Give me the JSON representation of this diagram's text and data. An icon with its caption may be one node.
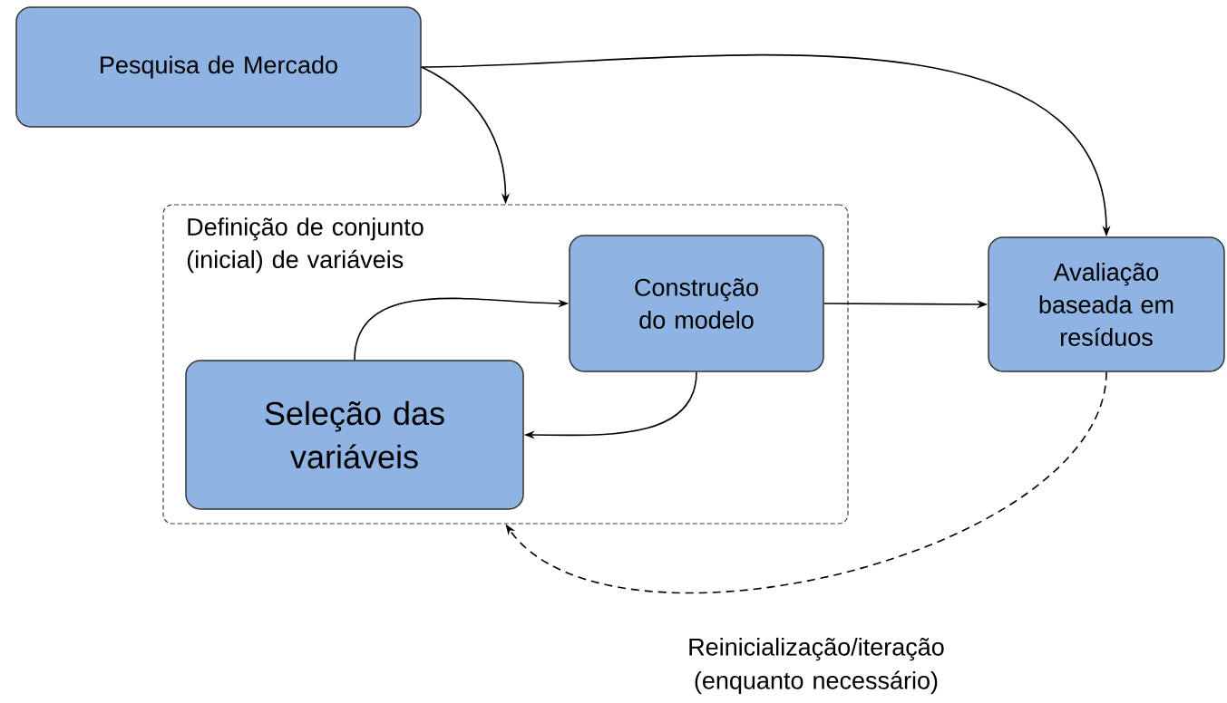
{
  "diagram": {
    "nodes": [
      {
        "text": [
          "Pesquisa de Mercado"
        ]
      },
      {
        "text": [
          "Definição de conjunto (inicial) de variáveis"
        ]
      },
      {
        "text": [
          "Construção do modelo"
        ],
        "in": 1
      },
      {
        "text": [
          "Seleção das variáveis"
        ],
        "in": 1
      },
      {
        "text": [
          "Avaliação baseada em resíduos"
        ]
      }
    ],
    "edges": [
      {
        "from": 0,
        "to": 1,
        "arrow": "to"
      },
      {
        "from": 0,
        "to": 4,
        "arrow": "to"
      },
      {
        "from": 3,
        "to": 2,
        "arrow": "to"
      },
      {
        "from": 2,
        "to": 3,
        "arrow": "to"
      },
      {
        "from": 2,
        "to": 4,
        "arrow": "to"
      },
      {
        "from": 4,
        "to": 1,
        "arrow": "to",
        "style": "dashed",
        "label": "Reinicialização/iteração (enquanto necessário)"
      }
    ]
  }
}
